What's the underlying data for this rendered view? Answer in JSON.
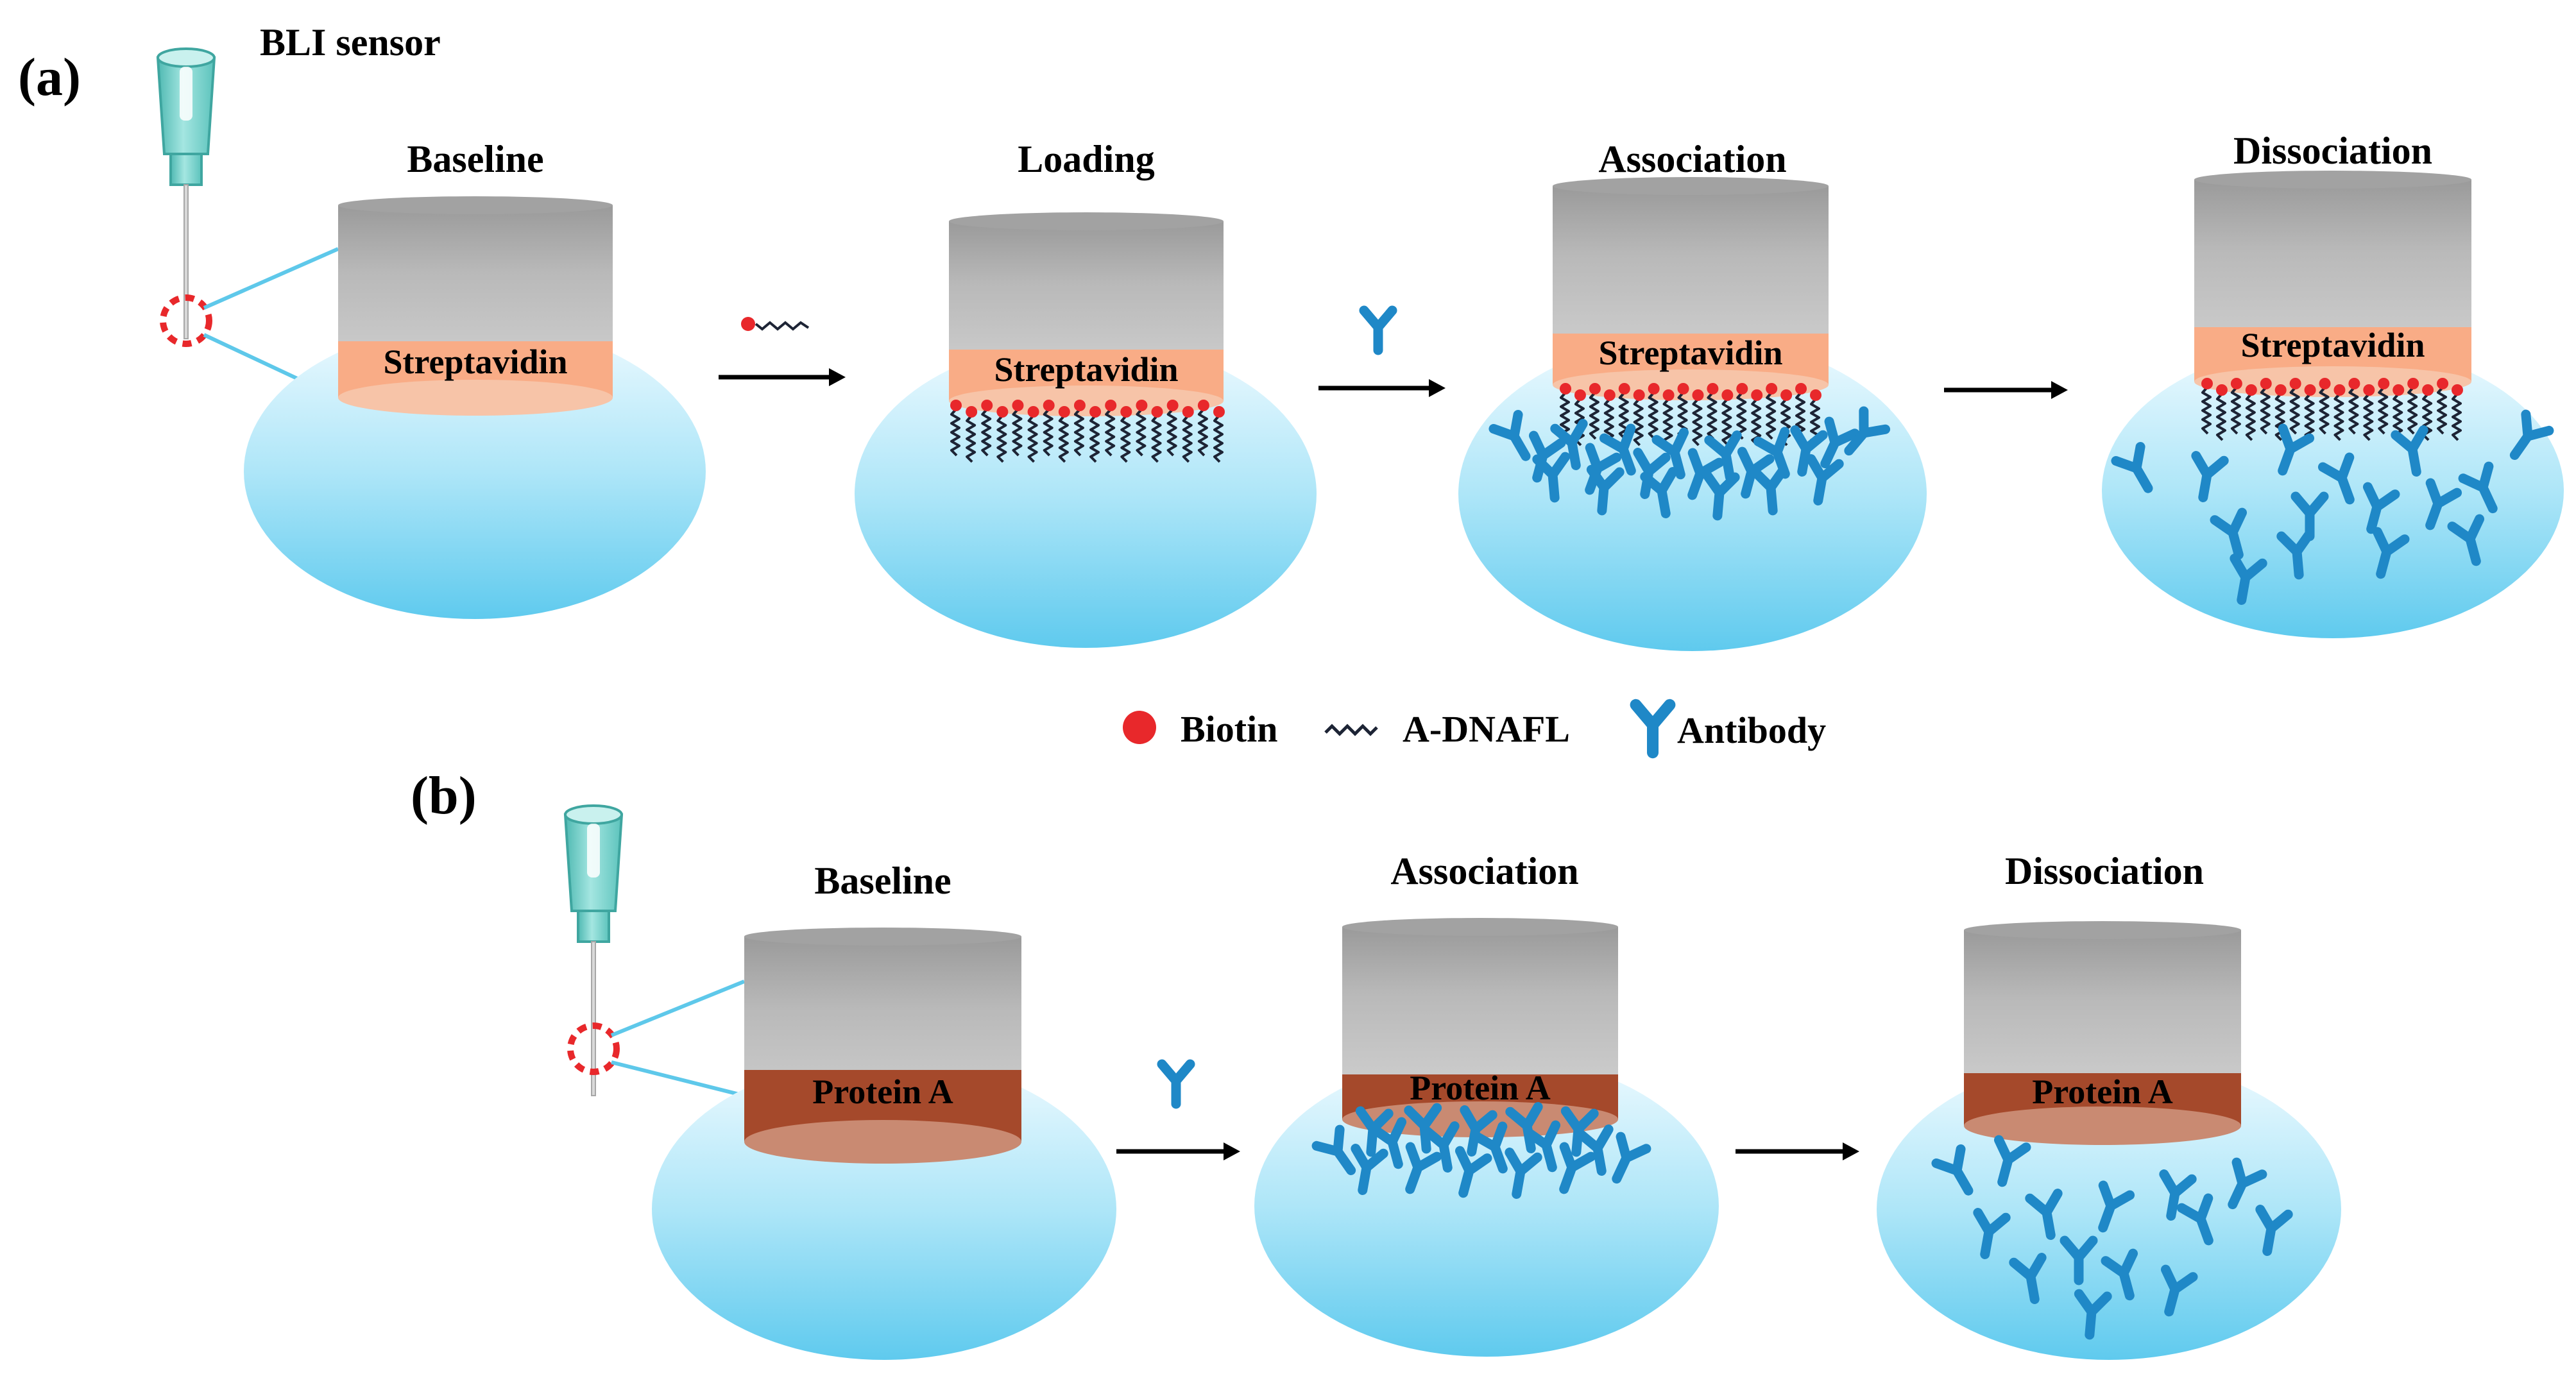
{
  "panel_a": {
    "label": "(a)",
    "sensor_label": "BLI sensor",
    "steps": [
      "Baseline",
      "Loading",
      "Association",
      "Dissociation"
    ],
    "band_label": "Streptavidin"
  },
  "panel_b": {
    "label": "(b)",
    "steps": [
      "Baseline",
      "Association",
      "Dissociation"
    ],
    "band_label": "Protein A"
  },
  "legend": {
    "biotin": "Biotin",
    "dna": "A-DNAFL",
    "antibody": "Antibody"
  },
  "colors": {
    "cylinder_gray": "#b5b5b5",
    "streptavidin_band": "#f9ac86",
    "protein_a_band": "#a5492b",
    "drop_blue": "#6fd2f0",
    "biotin_red": "#e8282b",
    "antibody_blue": "#1f88c7",
    "sensor_teal": "#86d7d2"
  },
  "icons": {
    "sensor": "bli-sensor-probe-icon",
    "biotin": "red-dot-icon",
    "dna": "wavy-strand-icon",
    "antibody": "y-antibody-icon"
  }
}
